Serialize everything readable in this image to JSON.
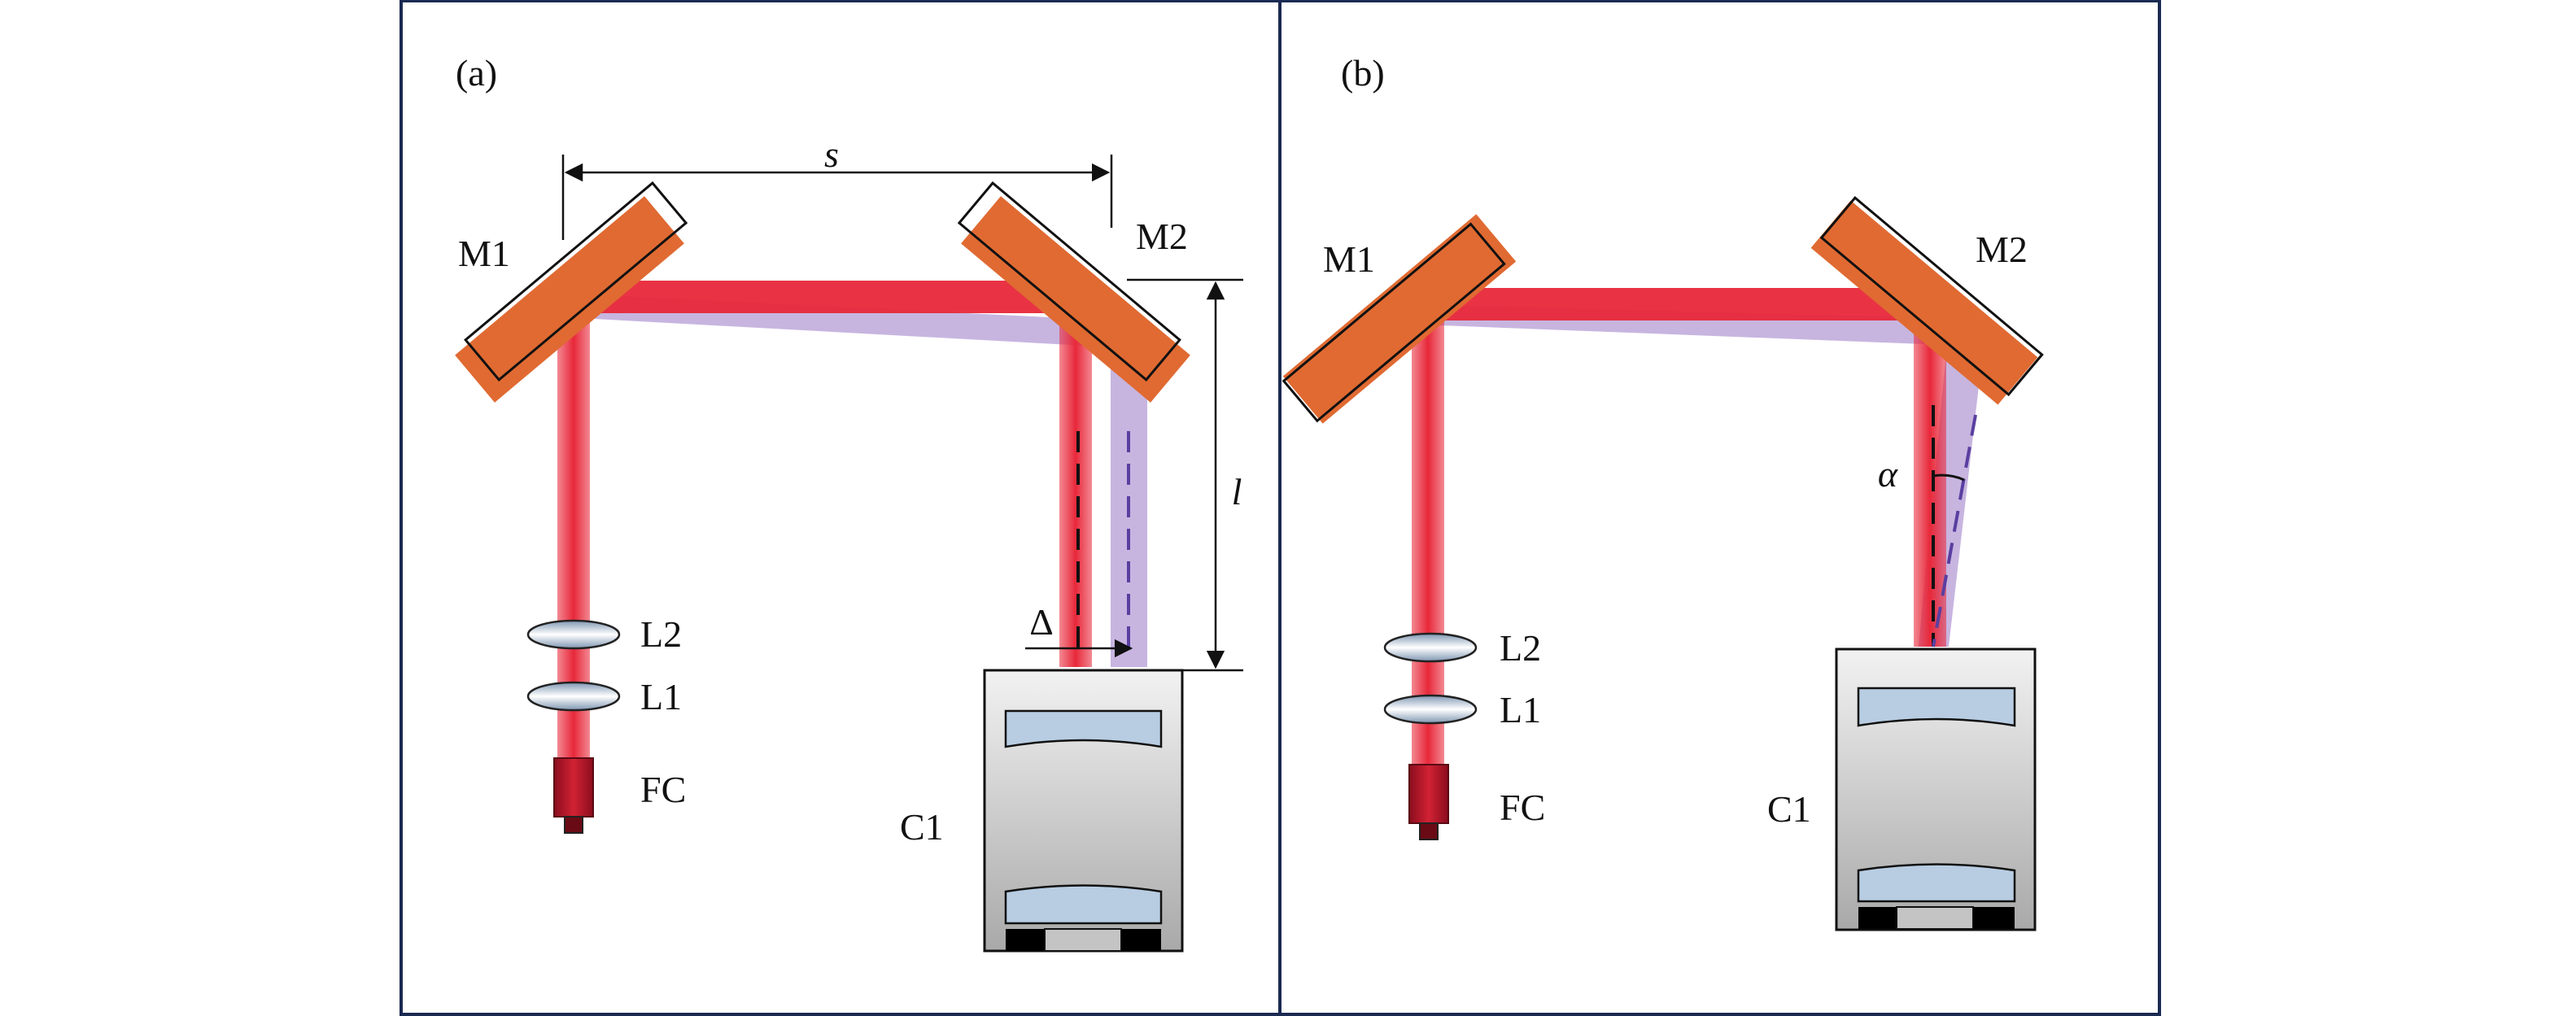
{
  "panel_a": {
    "tag": "(a)",
    "mirror1": "M1",
    "mirror2": "M2",
    "lens2": "L2",
    "lens1": "L1",
    "collimator": "FC",
    "camera": "C1",
    "dim_s": "s",
    "dim_l": "l",
    "dim_delta": "Δ"
  },
  "panel_b": {
    "tag": "(b)",
    "mirror1": "M1",
    "mirror2": "M2",
    "lens2": "L2",
    "lens1": "L1",
    "collimator": "FC",
    "camera": "C1",
    "angle": "α"
  },
  "colors": {
    "beam_red": "#e8283a",
    "beam_purple": "#b49cd6",
    "mirror": "#e06a32",
    "frame": "#1a2a52",
    "dashed_purple": "#5a3fa0"
  }
}
